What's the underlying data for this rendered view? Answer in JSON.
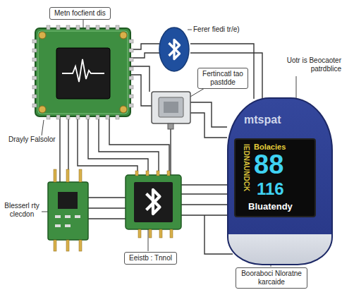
{
  "diagram": {
    "nodes": [
      {
        "text": [
          "Metn focfient dis"
        ]
      },
      {
        "text": [
          "Fertincatl tao pastdde"
        ]
      },
      {
        "text": [
          "mtspat"
        ]
      },
      {
        "text": [
          "IEDNAUNDCK",
          "Bolacies",
          "88",
          "116",
          "Bluatendy"
        ],
        "in": 2
      },
      {
        "text": [
          "Eeistb : Tnnol"
        ]
      },
      {
        "text": [
          "Booraboci Nloratne karcaide"
        ]
      }
    ],
    "labels": [
      "Ferer fiedi tr/e)",
      "Uotr is Beocaoter patrdblice",
      "Drayly Falsolor",
      "Blesserl rty clecdon"
    ]
  }
}
